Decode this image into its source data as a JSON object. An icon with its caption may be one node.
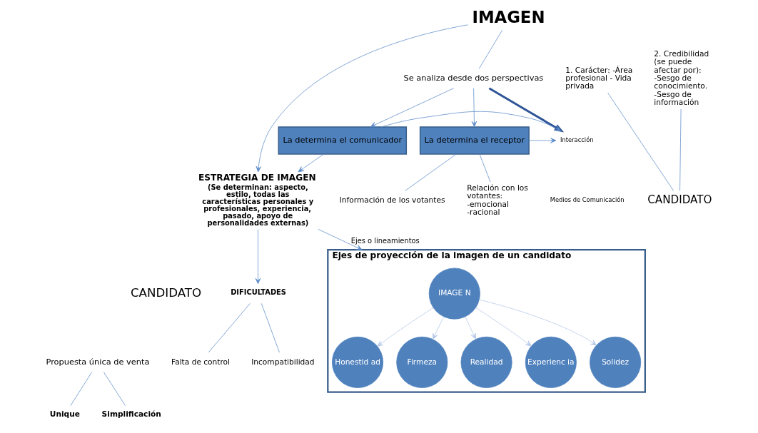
{
  "diagram": {
    "nodes": [
      {
        "text": [
          "IMAGEN"
        ]
      },
      {
        "text": [
          "Se analiza desde dos perspectivas"
        ]
      },
      {
        "text": [
          "ESTRATEGIA DE IMAGEN",
          "(Se determinan: aspecto, estilo, todas las características personales y profesionales, experiencia, pasado, apoyo de personalidades externas)"
        ]
      },
      {
        "text": [
          "La determina el comunicador"
        ]
      },
      {
        "text": [
          "La determina el receptor"
        ]
      },
      {
        "text": [
          "Interacción"
        ]
      },
      {
        "text": [
          "Información de los votantes"
        ]
      },
      {
        "text": [
          "Relación con los votantes: -emocional -racional"
        ]
      },
      {
        "text": [
          "CANDIDATO"
        ]
      },
      {
        "text": [
          "1. Carácter: -Área profesional - Vida privada"
        ]
      },
      {
        "text": [
          "2. Credibilidad (se puede afectar por): -Sesgo de conocimiento. -Sesgo de información"
        ]
      },
      {
        "text": [
          "CANDIDATO"
        ]
      },
      {
        "text": [
          "Propuesta única de venta"
        ]
      },
      {
        "text": [
          "Unique"
        ]
      },
      {
        "text": [
          "Simplificación"
        ]
      },
      {
        "text": [
          "DIFICULTADES"
        ]
      },
      {
        "text": [
          "Falta de control"
        ]
      },
      {
        "text": [
          "Incompatibilidad"
        ]
      },
      {
        "text": [
          "Ejes de proyección de la imagen de un candidato"
        ]
      },
      {
        "text": [
          "IMAGE N"
        ],
        "in": 18
      },
      {
        "text": [
          "Honestid ad"
        ],
        "in": 18
      },
      {
        "text": [
          "Firmeza"
        ],
        "in": 18
      },
      {
        "text": [
          "Realidad"
        ],
        "in": 18
      },
      {
        "text": [
          "Experienc ia"
        ],
        "in": 18
      },
      {
        "text": [
          "Solidez"
        ],
        "in": 18
      }
    ],
    "edges": [
      {
        "from": 0,
        "to": 2,
        "arrow": "to"
      },
      {
        "from": 0,
        "to": 1,
        "arrow": "none"
      },
      {
        "from": 1,
        "to": 3,
        "arrow": "to"
      },
      {
        "from": 1,
        "to": 5,
        "arrow": "to",
        "style": "thick",
        "color": "#2f5597"
      },
      {
        "from": 1,
        "to": 4,
        "arrow": "to"
      },
      {
        "from": 3,
        "to": 5,
        "arrow": "to"
      },
      {
        "from": 4,
        "to": 5,
        "arrow": "to"
      },
      {
        "from": 3,
        "to": 2,
        "arrow": "to"
      },
      {
        "from": 4,
        "to": 6,
        "arrow": "none"
      },
      {
        "from": 4,
        "to": 7,
        "arrow": "none"
      },
      {
        "from": 9,
        "to": 8,
        "arrow": "none"
      },
      {
        "from": 10,
        "to": 8,
        "arrow": "none"
      },
      {
        "from": 12,
        "to": 13,
        "arrow": "none"
      },
      {
        "from": 12,
        "to": 14,
        "arrow": "none"
      },
      {
        "from": 2,
        "to": 15,
        "arrow": "to"
      },
      {
        "from": 2,
        "to": 18,
        "arrow": "to",
        "label": "Ejes o lineamientos"
      },
      {
        "from": 15,
        "to": 16,
        "arrow": "none"
      },
      {
        "from": 15,
        "to": 17,
        "arrow": "none"
      },
      {
        "from": 19,
        "to": 20,
        "arrow": "to",
        "color": "#b4c7e7"
      },
      {
        "from": 19,
        "to": 21,
        "arrow": "to",
        "color": "#b4c7e7"
      },
      {
        "from": 19,
        "to": 22,
        "arrow": "to",
        "color": "#b4c7e7"
      },
      {
        "from": 19,
        "to": 23,
        "arrow": "to",
        "color": "#b4c7e7"
      },
      {
        "from": 19,
        "to": 24,
        "arrow": "to",
        "color": "#b4c7e7"
      }
    ],
    "labels": [
      "Medios de Comunicación"
    ]
  }
}
